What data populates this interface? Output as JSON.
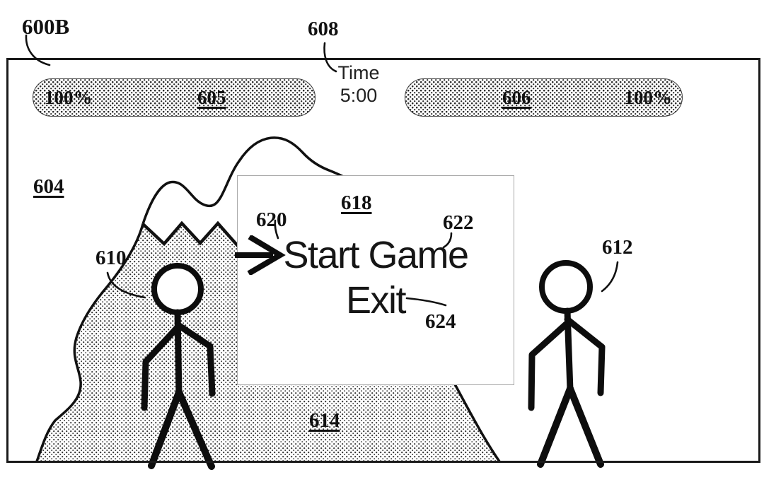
{
  "figure": {
    "ref": "600B"
  },
  "hud": {
    "left_health_bar": {
      "value": "100%",
      "ref": "605"
    },
    "right_health_bar": {
      "value": "100%",
      "ref": "606"
    },
    "timer": {
      "label": "Time",
      "value": "5:00",
      "ref": "608"
    }
  },
  "scene": {
    "background_ref": "604",
    "mountain_ref": "614",
    "player_left_ref": "610",
    "player_right_ref": "612"
  },
  "menu": {
    "ref": "618",
    "cursor_ref": "620",
    "items": [
      {
        "label": "Start Game",
        "ref": "622"
      },
      {
        "label": "Exit",
        "ref": "624"
      }
    ]
  },
  "colors": {
    "ink": "#111111",
    "menu_border": "#a8a8a8",
    "background": "#ffffff"
  }
}
